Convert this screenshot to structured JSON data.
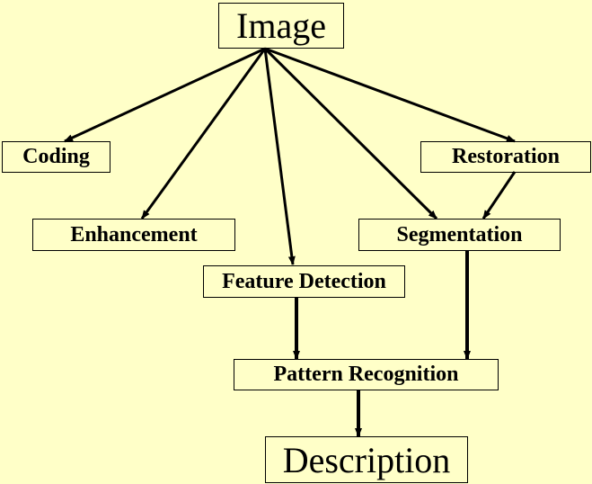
{
  "nodes": {
    "image": "Image",
    "coding": "Coding",
    "enhancement": "Enhancement",
    "feature_detection": "Feature Detection",
    "restoration": "Restoration",
    "segmentation": "Segmentation",
    "pattern_recognition": "Pattern Recognition",
    "description": "Description"
  },
  "edges": [
    {
      "from": "image",
      "to": "coding"
    },
    {
      "from": "image",
      "to": "enhancement"
    },
    {
      "from": "image",
      "to": "feature_detection"
    },
    {
      "from": "image",
      "to": "segmentation"
    },
    {
      "from": "image",
      "to": "restoration"
    },
    {
      "from": "restoration",
      "to": "segmentation"
    },
    {
      "from": "feature_detection",
      "to": "pattern_recognition"
    },
    {
      "from": "segmentation",
      "to": "pattern_recognition"
    },
    {
      "from": "pattern_recognition",
      "to": "description"
    }
  ]
}
